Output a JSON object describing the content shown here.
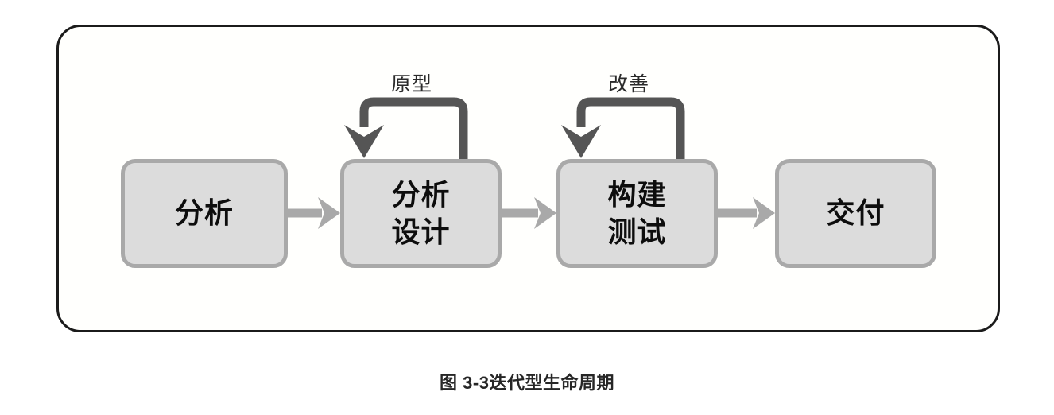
{
  "figure": {
    "caption": "图 3-3迭代型生命周期",
    "frame_border_color": "#1b1b1b",
    "frame_fill_color": "#fffffd",
    "box_fill_color": "#dcdcdc",
    "box_border_color": "#a9a9a9",
    "connector_color": "#a9a9a9",
    "loop_color": "#555555",
    "text_color": "#0d0d0d"
  },
  "diagram": {
    "type": "flow",
    "title": "图 3-3迭代型生命周期",
    "stages": [
      {
        "id": "analysis",
        "lines": [
          "分析"
        ]
      },
      {
        "id": "analysis-design",
        "lines": [
          "分析",
          "设计"
        ]
      },
      {
        "id": "build-test",
        "lines": [
          "构建",
          "测试"
        ]
      },
      {
        "id": "deliver",
        "lines": [
          "交付"
        ]
      }
    ],
    "connectors": [
      {
        "from": "analysis",
        "to": "analysis-design",
        "style": "arrow"
      },
      {
        "from": "analysis-design",
        "to": "build-test",
        "style": "arrow"
      },
      {
        "from": "build-test",
        "to": "deliver",
        "style": "arrow"
      }
    ],
    "loops": [
      {
        "on": "analysis-design",
        "label": "原型"
      },
      {
        "on": "build-test",
        "label": "改善"
      }
    ]
  }
}
